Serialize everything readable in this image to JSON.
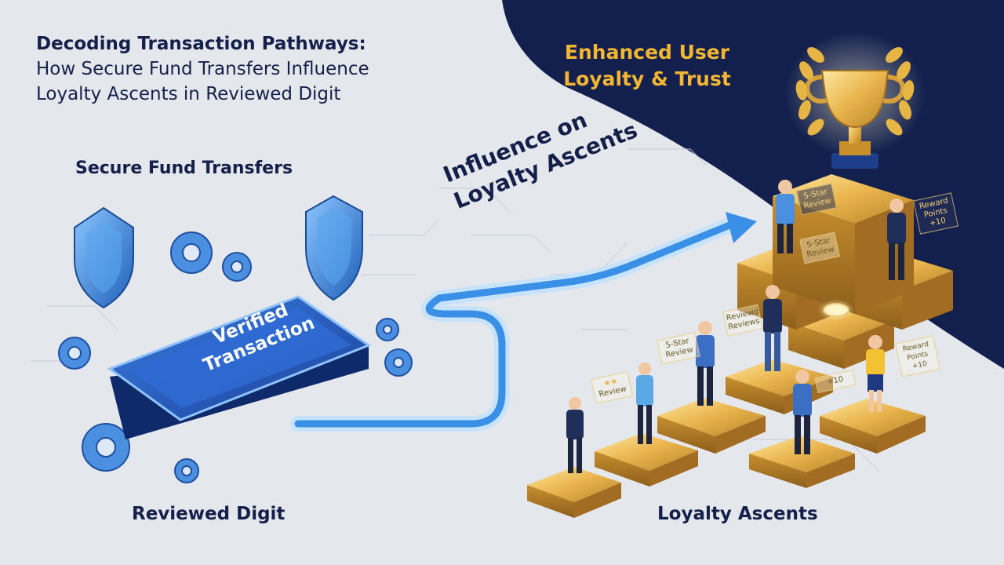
{
  "header": {
    "title_bold": "Decoding Transaction Pathways:",
    "title_line2": "How Secure Fund Transfers Influence",
    "title_line3": "Loyalty Ascents in Reviewed Digit"
  },
  "labels": {
    "enhanced_line1": "Enhanced User",
    "enhanced_line2": "Loyalty & Trust",
    "secure_transfers": "Secure Fund Transfers",
    "influence_line1": "Influence on",
    "influence_line2": "Loyalty Ascents",
    "tablet_line1": "Verified",
    "tablet_line2": "Transaction",
    "reviewed_digit": "Reviewed Digit",
    "loyalty_ascents": "Loyalty Ascents"
  },
  "cards": {
    "review_a": "Review",
    "stars_a": "★★",
    "review_b_l1": "5-Star",
    "review_b_l2": "Review",
    "review_c_l1": "Reviewd",
    "review_c_l2": "Reviews",
    "points_a": "+10",
    "top_review_l1": "5-Star",
    "top_review_l2": "Review",
    "top_review2_l1": "5-Star",
    "top_review2_l2": "Review",
    "reward_l1": "Reward",
    "reward_l2": "Points",
    "reward_l3": "+10",
    "reward2_l1": "Reward",
    "reward2_l2": "Points",
    "reward2_l3": "+10"
  },
  "colors": {
    "navy": "#14204a",
    "dark_panel": "#13204e",
    "gold": "#f2b632",
    "blue_accent": "#3c8de0",
    "light_bg": "#e4e7ec"
  },
  "icons": [
    "shield-icon",
    "gear-icon",
    "trophy-icon",
    "laurel-icon",
    "arrow-path-icon",
    "person-icon",
    "coin-icon"
  ]
}
